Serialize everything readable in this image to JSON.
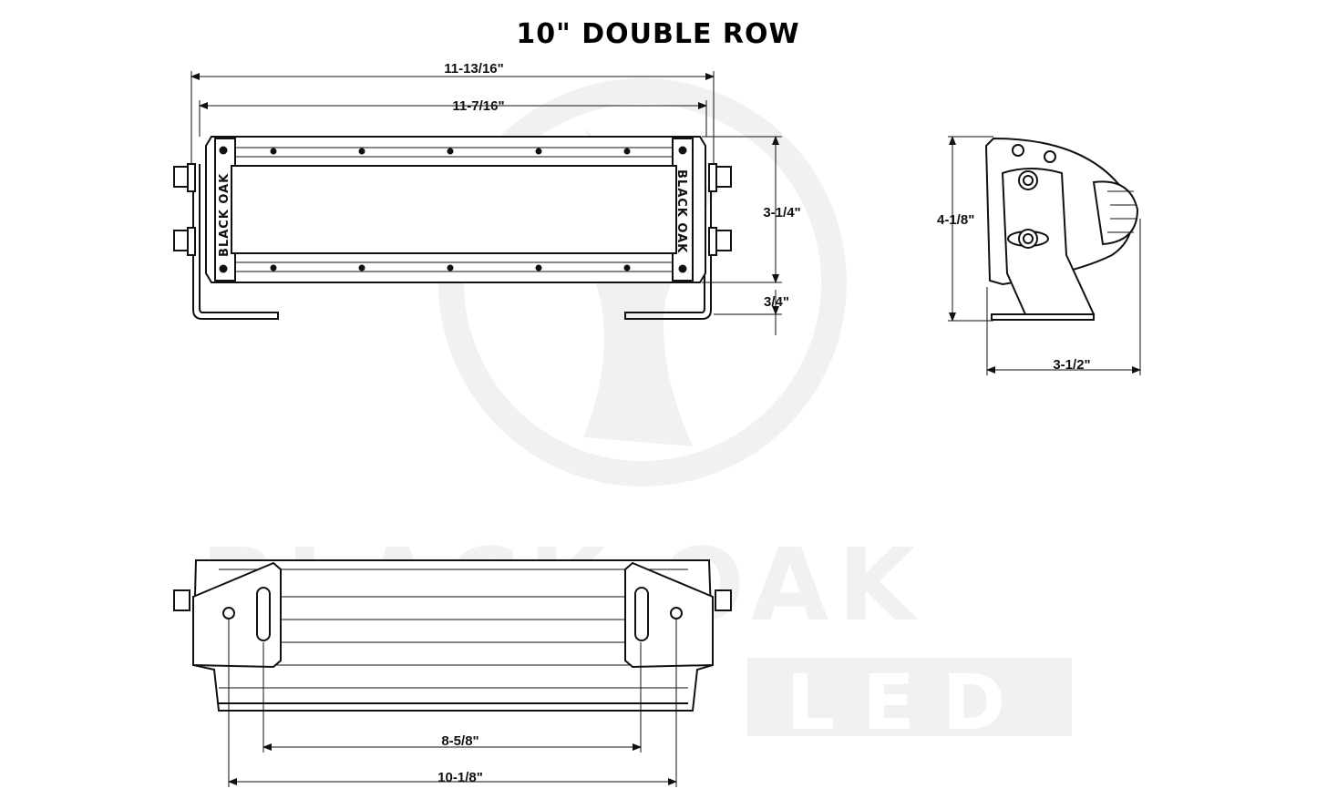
{
  "title": "10\" DOUBLE ROW",
  "watermark": {
    "brand": "BLACK OAK",
    "sub": "LED"
  },
  "front_view": {
    "brand_label": "BLACK OAK",
    "dims": {
      "overall_width": "11-13/16\"",
      "body_width": "11-7/16\"",
      "height": "3-1/4\"",
      "bracket_height": "3/4\""
    }
  },
  "side_view": {
    "dims": {
      "height": "4-1/8\"",
      "depth": "3-1/2\""
    }
  },
  "bottom_view": {
    "dims": {
      "slot_spacing": "8-5/8\"",
      "hole_spacing": "10-1/8\""
    }
  },
  "colors": {
    "line": "#111111",
    "watermark": "#f1f1f1"
  }
}
